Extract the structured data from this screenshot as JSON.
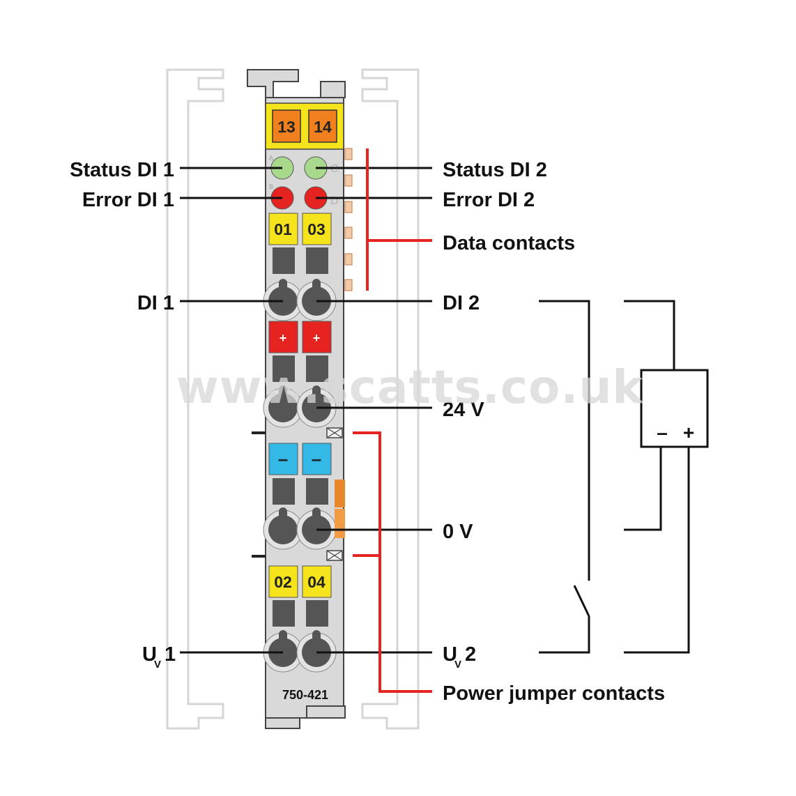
{
  "module": {
    "model": "750-421",
    "top_connector_numbers": [
      "13",
      "14"
    ],
    "led_letters": [
      "A",
      "C",
      "B",
      "D"
    ]
  },
  "terminal_markers": [
    {
      "text": "01",
      "color": "#f5e41c"
    },
    {
      "text": "03",
      "color": "#f5e41c"
    },
    {
      "text": "+",
      "color": "#e52421"
    },
    {
      "text": "+",
      "color": "#e52421"
    },
    {
      "text": "–",
      "color": "#34b8e6"
    },
    {
      "text": "–",
      "color": "#34b8e6"
    },
    {
      "text": "02",
      "color": "#f5e41c"
    },
    {
      "text": "04",
      "color": "#f5e41c"
    }
  ],
  "labels_left": {
    "status_di1": "Status DI 1",
    "error_di1": "Error DI 1",
    "di1": "DI 1",
    "uv1_main": "U",
    "uv1_sub": "V",
    "uv1_num": "1"
  },
  "labels_right": {
    "status_di2": "Status DI 2",
    "error_di2": "Error DI 2",
    "data_contacts": "Data contacts",
    "di2": "DI 2",
    "v24": "24 V",
    "v0": "0 V",
    "uv2_main": "U",
    "uv2_sub": "V",
    "uv2_num": "2",
    "power_jumper": "Power jumper contacts"
  },
  "source_box": {
    "minus": "–",
    "plus": "+"
  },
  "colors": {
    "module_body": "#d9d9d9",
    "top_yellow": "#f5e41c",
    "connector_orange": "#f07f1e",
    "led_green": "#a8d98c",
    "led_red": "#e52421",
    "jumper_red": "#e52421",
    "slot_gray": "#555555",
    "rail_outline": "#cfcfcf"
  },
  "watermark": "www.scatts.co.uk"
}
